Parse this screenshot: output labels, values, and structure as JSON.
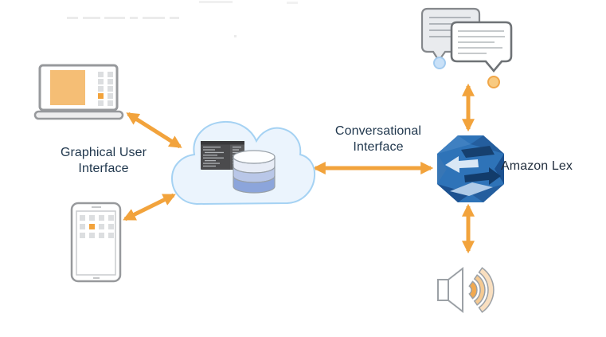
{
  "diagram": {
    "labels": {
      "gui": "Graphical User Interface",
      "conversational": "Conversational Interface",
      "lex": "Amazon Lex"
    },
    "nodes": [
      {
        "id": "laptop",
        "icon": "laptop-icon"
      },
      {
        "id": "smartphone",
        "icon": "smartphone-icon"
      },
      {
        "id": "cloud-backend",
        "icon": "cloud-code-database-icon"
      },
      {
        "id": "amazon-lex",
        "icon": "amazon-lex-icon"
      },
      {
        "id": "chat-messages",
        "icon": "chat-bubbles-icon"
      },
      {
        "id": "voice-output",
        "icon": "speaker-sound-waves-icon"
      }
    ],
    "connections": [
      {
        "from": "laptop",
        "to": "cloud-backend",
        "style": "double-arrow"
      },
      {
        "from": "smartphone",
        "to": "cloud-backend",
        "style": "double-arrow"
      },
      {
        "from": "cloud-backend",
        "to": "amazon-lex",
        "style": "double-arrow"
      },
      {
        "from": "chat-messages",
        "to": "amazon-lex",
        "style": "double-arrow"
      },
      {
        "from": "amazon-lex",
        "to": "voice-output",
        "style": "double-arrow"
      }
    ],
    "colors": {
      "arrow": "#F2A33C",
      "label_text": "#21384E",
      "lex_label_text": "#232F3E",
      "cloud_fill": "#EBF4FD",
      "cloud_stroke": "#A5D2F3",
      "lex_blue": "#2E73B8",
      "icon_outline": "#97999C",
      "accent_orange": "#F5BE75"
    }
  }
}
